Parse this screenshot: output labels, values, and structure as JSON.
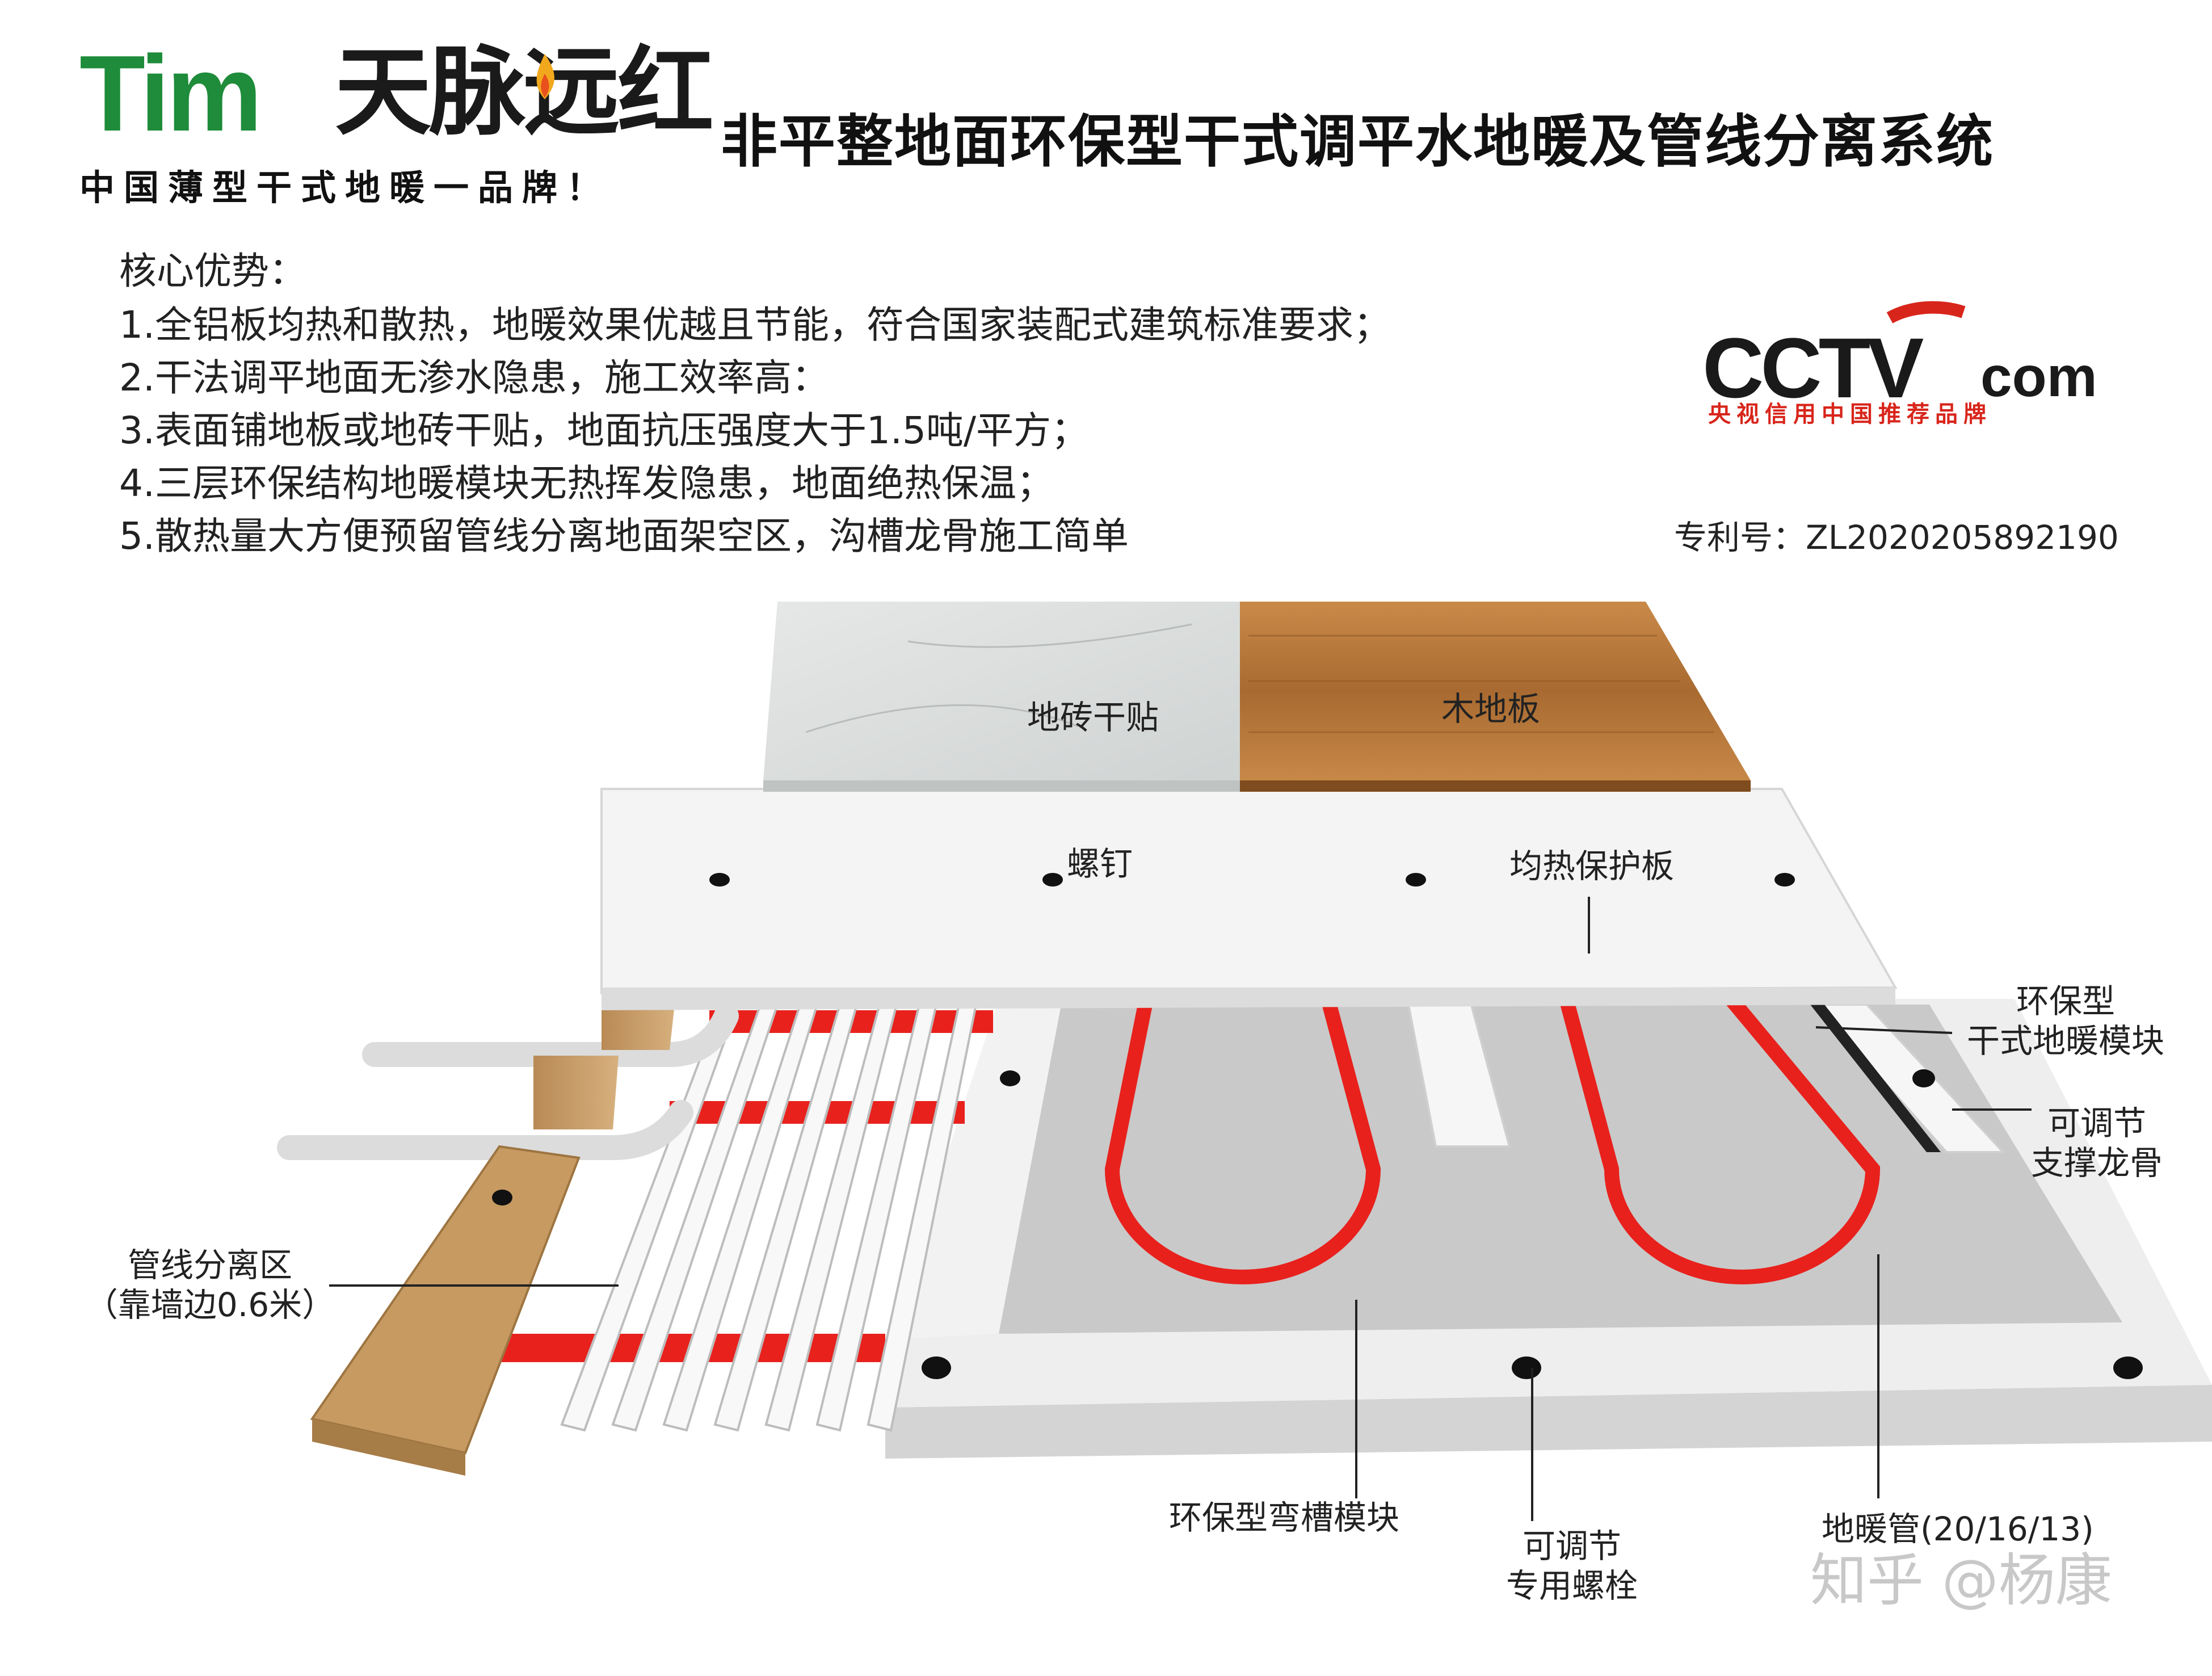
{
  "brand": {
    "logo_latin": "Tim",
    "logo_chinese": "天脉远红",
    "slogan": "中国薄型干式地暖一品牌！"
  },
  "title": "非平整地面环保型干式调平水地暖及管线分离系统",
  "advantages": {
    "heading": "核心优势：",
    "items": [
      "1.全铝板均热和散热，地暖效果优越且节能，符合国家装配式建筑标准要求；",
      "2.干法调平地面无渗水隐患，施工效率高：",
      "3.表面铺地板或地砖干贴，地面抗压强度大于1.5吨/平方；",
      "4.三层环保结构地暖模块无热挥发隐患，地面绝热保温；",
      "5.散热量大方便预留管线分离地面架空区，沟槽龙骨施工简单"
    ]
  },
  "cctv": {
    "logo_text": "CCTV",
    "logo_suffix": "com",
    "caption": "央视信用中国推荐品牌"
  },
  "patent": "专利号：ZL2020205892190",
  "labels": {
    "tile": "地砖干贴",
    "wood": "木地板",
    "screw": "螺钉",
    "protect_board": "均热保护板",
    "module_line1": "环保型",
    "module_line2": "干式地暖模块",
    "keel_line1": "可调节",
    "keel_line2": "支撑龙骨",
    "pipe_zone": "管线分离区",
    "pipe_zone_note": "（靠墙边0.6米）",
    "groove_module": "环保型弯槽模块",
    "bolt_line1": "可调节",
    "bolt_line2": "专用螺栓",
    "floor_pipe": "地暖管(20/16/13)"
  },
  "watermark": "知乎 @杨康",
  "colors": {
    "brand_green": "#1e8c3a",
    "pipe_red": "#e8211d",
    "cctv_red": "#d8251b",
    "wood": "#b77a3d",
    "tile": "#d9dcdb"
  }
}
